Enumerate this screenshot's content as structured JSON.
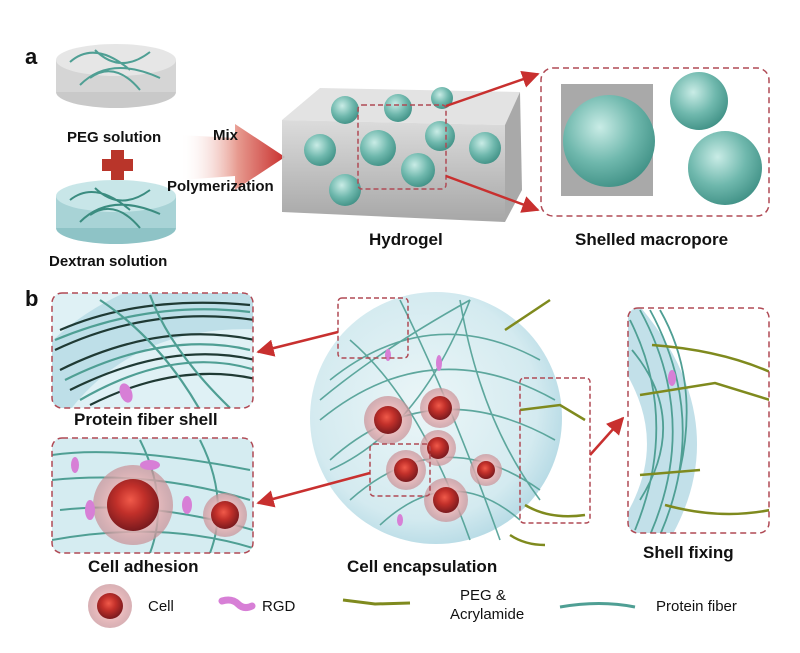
{
  "panels": {
    "a": {
      "letter": "a",
      "peg_label": "PEG solution",
      "dextran_label": "Dextran solution",
      "mix_label": "Mix",
      "polymerization_label": "Polymerization",
      "hydrogel_label": "Hydrogel",
      "shelled_label": "Shelled macropore"
    },
    "b": {
      "letter": "b",
      "protein_shell_label": "Protein fiber shell",
      "cell_adhesion_label": "Cell adhesion",
      "cell_encapsulation_label": "Cell encapsulation",
      "shell_fixing_label": "Shell fixing"
    }
  },
  "legend": {
    "cell": "Cell",
    "rgd": "RGD",
    "peg_line1": "PEG &",
    "peg_line2": "Acrylamide",
    "protein_fiber": "Protein fiber"
  },
  "colors": {
    "arrow_red": "#c8302f",
    "plus_red": "#b9352a",
    "dashed_box": "#b04a55",
    "fiber": "#4f9f94",
    "shell": "#a8d3e0",
    "cell_red": "#b2322e",
    "rgd_pink": "#d77fd6",
    "peg_olive": "#7f8a1e"
  },
  "icons": [
    "cell-icon",
    "rgd-icon",
    "peg-acrylamide-line-icon",
    "protein-fiber-line-icon"
  ]
}
